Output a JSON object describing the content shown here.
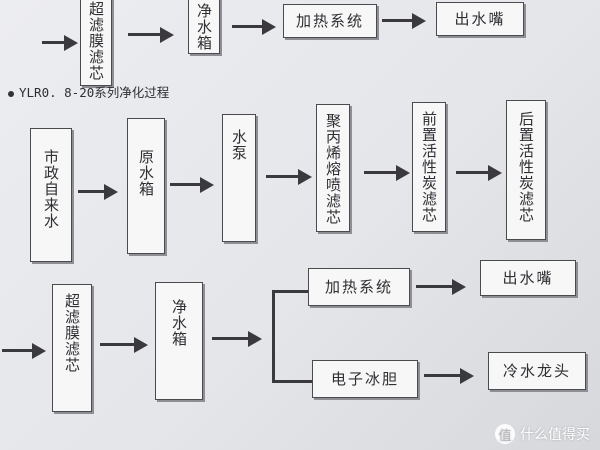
{
  "top_row": {
    "ultrafiltration": "超滤膜滤芯",
    "clean_tank": "净水箱",
    "heating": "加热系统",
    "outlet": "出水嘴"
  },
  "section_title": "YLR0. 8-20系列净化过程",
  "middle_row": {
    "municipal": "市政自来水",
    "raw_tank": "原水箱",
    "pump": "水泵",
    "meltblown": "聚丙烯熔喷滤芯",
    "pre_carbon": "前置活性炭滤芯",
    "post_carbon": "后置活性炭滤芯"
  },
  "bottom_row": {
    "ultrafiltration": "超滤膜滤芯",
    "clean_tank": "净水箱",
    "heating": "加热系统",
    "outlet": "出水嘴",
    "cooling": "电子冰胆",
    "cold_faucet": "冷水龙头"
  },
  "watermark": {
    "logo_glyph": "值",
    "text": "什么值得买"
  }
}
